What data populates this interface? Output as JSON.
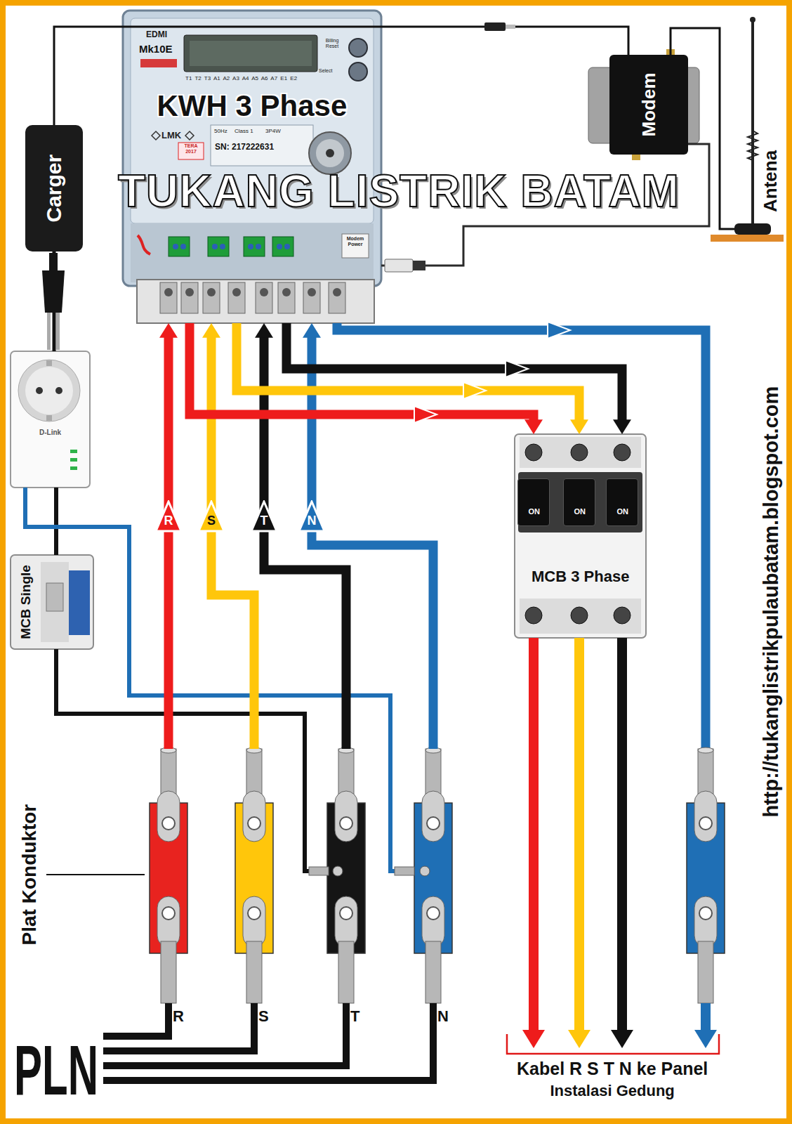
{
  "diagram": {
    "nodes": [
      {
        "text": [
          "KWH 3 Phase"
        ]
      },
      {
        "text": [
          "Carger"
        ]
      },
      {
        "text": [
          "Modem"
        ]
      },
      {
        "text": [
          "Antena"
        ]
      },
      {
        "text": [
          "D-Link"
        ]
      },
      {
        "text": [
          "MCB Single"
        ]
      },
      {
        "text": [
          "MCB 3 Phase"
        ]
      },
      {
        "text": [
          "ON"
        ],
        "in": 6
      },
      {
        "text": [
          "ON"
        ],
        "in": 6
      },
      {
        "text": [
          "ON"
        ],
        "in": 6
      },
      {
        "text": [
          "R"
        ]
      },
      {
        "text": [
          "S"
        ]
      },
      {
        "text": [
          "T"
        ]
      },
      {
        "text": [
          "N"
        ]
      },
      {
        "text": [
          "PLN"
        ]
      }
    ],
    "edges": [
      {
        "from": 1,
        "to": 2,
        "arrow": "none"
      },
      {
        "from": 2,
        "to": 0,
        "arrow": "none"
      },
      {
        "from": 3,
        "to": 2,
        "arrow": "none"
      },
      {
        "from": 1,
        "to": 4,
        "arrow": "none"
      },
      {
        "from": 4,
        "to": 5,
        "arrow": "none"
      },
      {
        "from": 5,
        "to": 12,
        "arrow": "none"
      },
      {
        "from": 4,
        "to": 13,
        "arrow": "none"
      },
      {
        "from": 10,
        "to": 0,
        "label": "R",
        "arrow": "to"
      },
      {
        "from": 11,
        "to": 0,
        "label": "S",
        "arrow": "to"
      },
      {
        "from": 12,
        "to": 0,
        "label": "T",
        "arrow": "to"
      },
      {
        "from": 13,
        "to": 0,
        "label": "N",
        "arrow": "to"
      },
      {
        "from": 0,
        "to": 6,
        "arrow": "to"
      },
      {
        "from": 0,
        "to": 6,
        "arrow": "to"
      },
      {
        "from": 0,
        "to": 6,
        "arrow": "to"
      },
      {
        "from": 14,
        "to": 10,
        "arrow": "none"
      },
      {
        "from": 14,
        "to": 11,
        "arrow": "none"
      },
      {
        "from": 14,
        "to": 12,
        "arrow": "none"
      },
      {
        "from": 14,
        "to": 13,
        "arrow": "none"
      }
    ],
    "labels": [
      "TUKANG LISTRIK BATAM",
      "EDMI",
      "Mk10E",
      "Billing Reset",
      "Select",
      "T1 T2 T3 A1 A2 A3 A4 A5 A6 A7 E1 E2",
      "LMK",
      "50Hz",
      "Class 1",
      "3P4W",
      "SN: 217222631",
      "TERA 2017",
      "Modem Power",
      "Plat Konduktor",
      "Kabel R S T N ke Panel",
      "Instalasi Gedung",
      "http://tukanglistrikpulaubatam.blogspot.com"
    ]
  }
}
